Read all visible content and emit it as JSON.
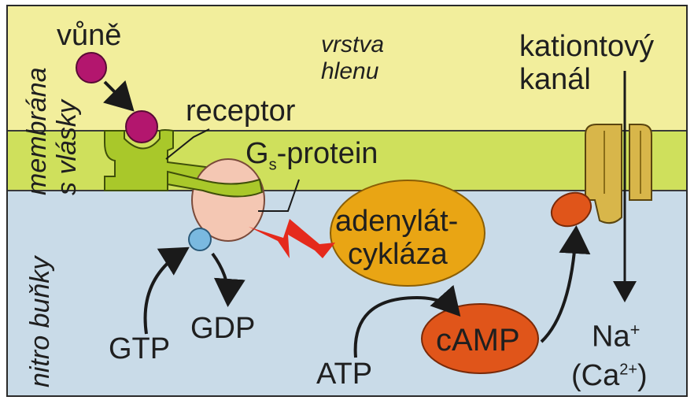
{
  "labels": {
    "odorant": "vůně",
    "mucus_line1": "vrstva",
    "mucus_line2": "hlenu",
    "cation_line1": "kationtový",
    "cation_line2": "kanál",
    "receptor": "receptor",
    "gs_protein_prefix": "G",
    "gs_protein_sub": "s",
    "gs_protein_suffix": "-protein",
    "adenylate_line1": "adenylát-",
    "adenylate_line2": "cykláza",
    "camp": "cAMP",
    "gtp": "GTP",
    "gdp": "GDP",
    "atp": "ATP",
    "na_base": "Na",
    "na_sup": "+",
    "ca_open": "(Ca",
    "ca_sup": "2+",
    "ca_close": ")"
  },
  "side_labels": {
    "membrane_line1": "membrána",
    "membrane_line2": "s vlásky",
    "cell_interior": "nitro buňky"
  },
  "colors": {
    "mucus": "#f2ee9c",
    "membrane": "#cfe05c",
    "cytoplasm": "#c9dbe8",
    "odorant": "#b3166e",
    "receptor": "#a9c82a",
    "gprotein": "#f4c7b3",
    "gtp_ball": "#7ab9e0",
    "adenylate": "#e9a514",
    "camp": "#e0551a",
    "channel": "#d8b64a",
    "lightning": "#e52a1c"
  }
}
